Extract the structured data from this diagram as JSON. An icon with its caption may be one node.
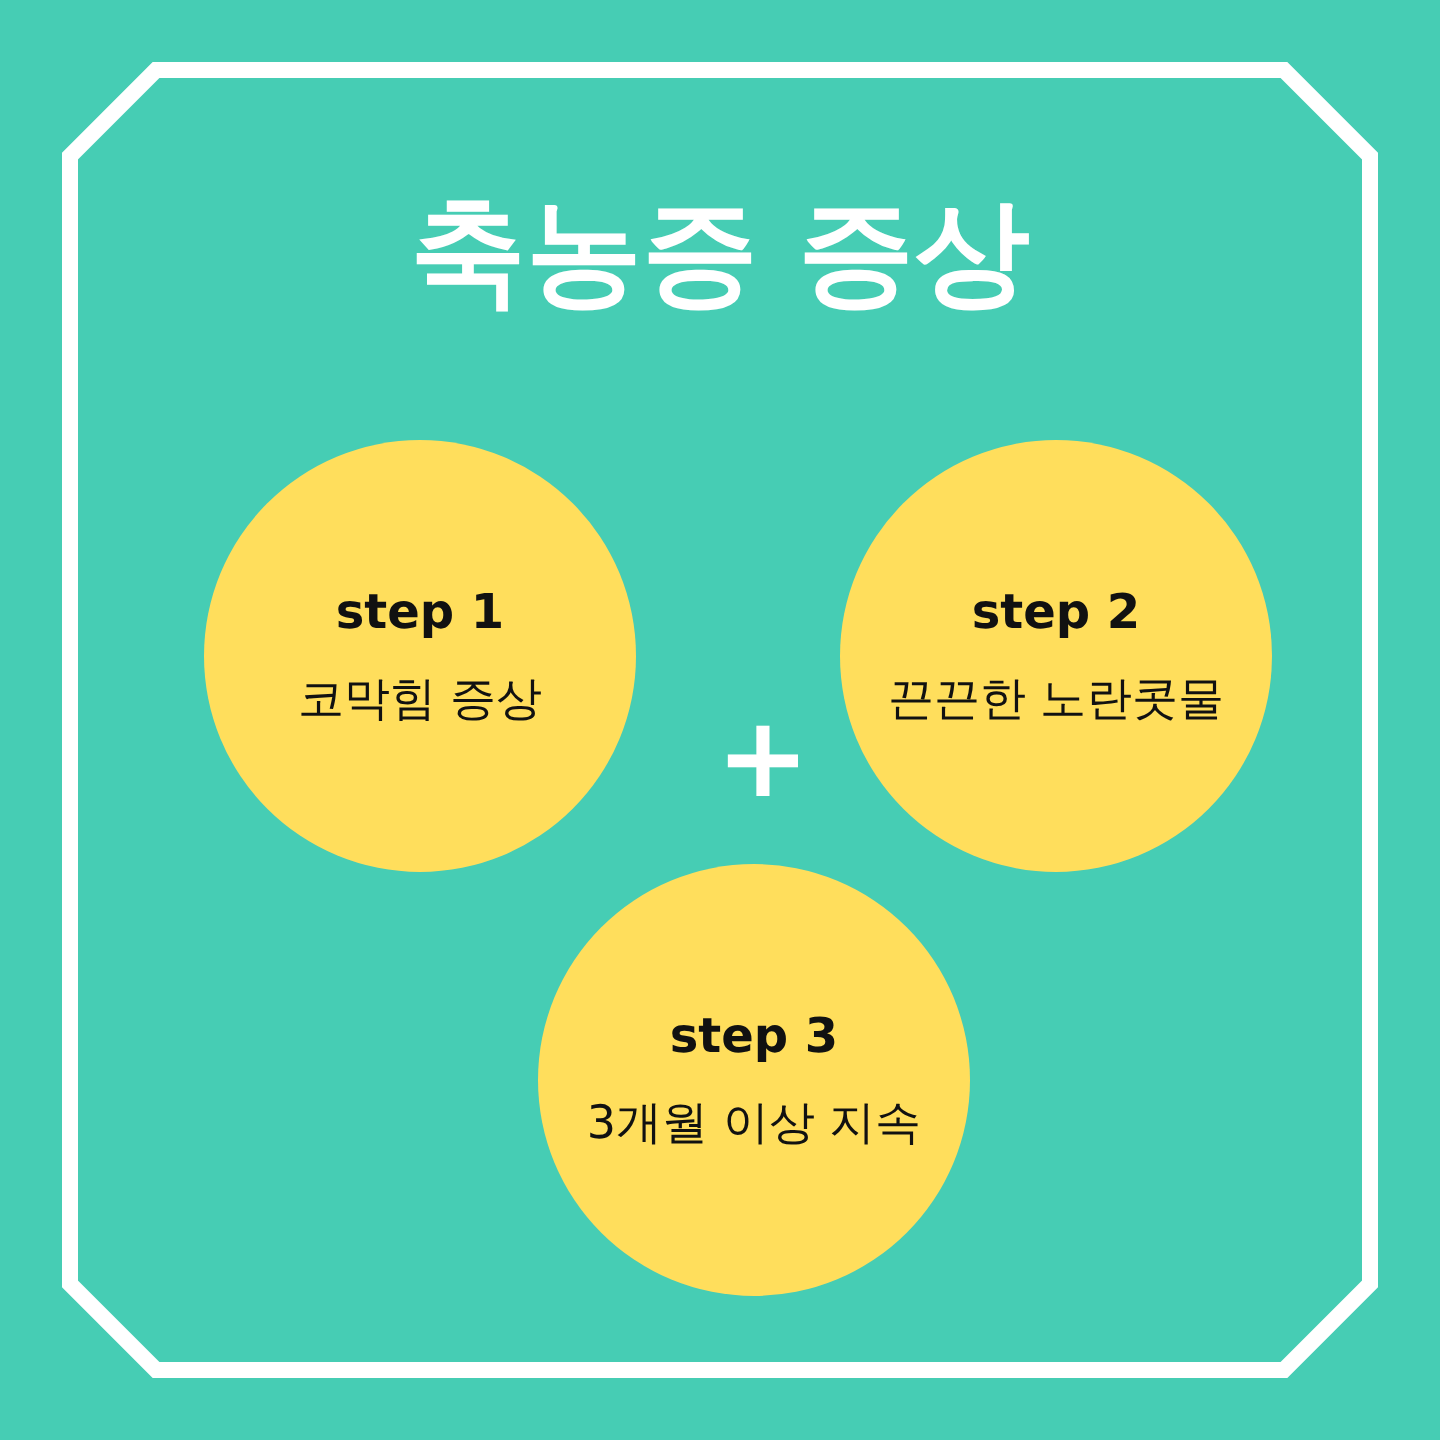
{
  "diagram": {
    "title": "축농증 증상",
    "nodes": [
      {
        "text": [
          "step 1",
          "코막힘 증상"
        ]
      },
      {
        "text": [
          "step 2",
          "끈끈한 노란콧물"
        ]
      },
      {
        "text": [
          "step 3",
          "3개월 이상 지속"
        ]
      }
    ],
    "labels": [
      "+"
    ]
  }
}
